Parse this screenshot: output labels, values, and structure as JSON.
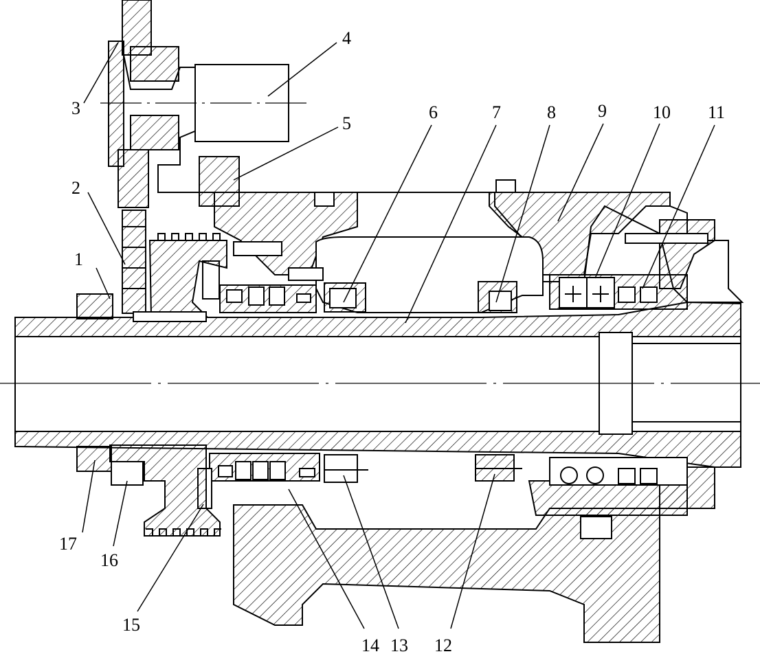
{
  "diagram": {
    "colors": {
      "ink": "#000000",
      "paper": "#ffffff"
    },
    "callouts": [
      {
        "id": "1",
        "text": "1"
      },
      {
        "id": "2",
        "text": "2"
      },
      {
        "id": "3",
        "text": "3"
      },
      {
        "id": "4",
        "text": "4"
      },
      {
        "id": "5",
        "text": "5"
      },
      {
        "id": "6",
        "text": "6"
      },
      {
        "id": "7",
        "text": "7"
      },
      {
        "id": "8",
        "text": "8"
      },
      {
        "id": "9",
        "text": "9"
      },
      {
        "id": "10",
        "text": "10"
      },
      {
        "id": "11",
        "text": "11"
      },
      {
        "id": "12",
        "text": "12"
      },
      {
        "id": "13",
        "text": "13"
      },
      {
        "id": "14",
        "text": "14"
      },
      {
        "id": "15",
        "text": "15"
      },
      {
        "id": "16",
        "text": "16"
      },
      {
        "id": "17",
        "text": "17"
      }
    ]
  }
}
